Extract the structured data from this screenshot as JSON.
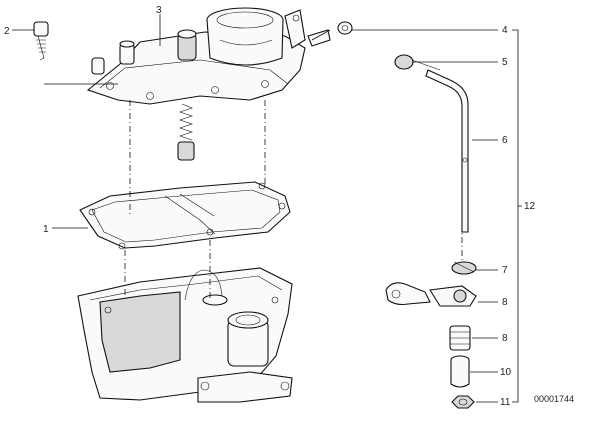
{
  "callouts": {
    "c1": "1",
    "c2": "2",
    "c3": "3",
    "c4": "4",
    "c5": "5",
    "c6": "6",
    "c7": "7",
    "c8a": "8",
    "c8b": "8",
    "c10": "10",
    "c11": "11",
    "c12": "12"
  },
  "reference_number": "00001744"
}
